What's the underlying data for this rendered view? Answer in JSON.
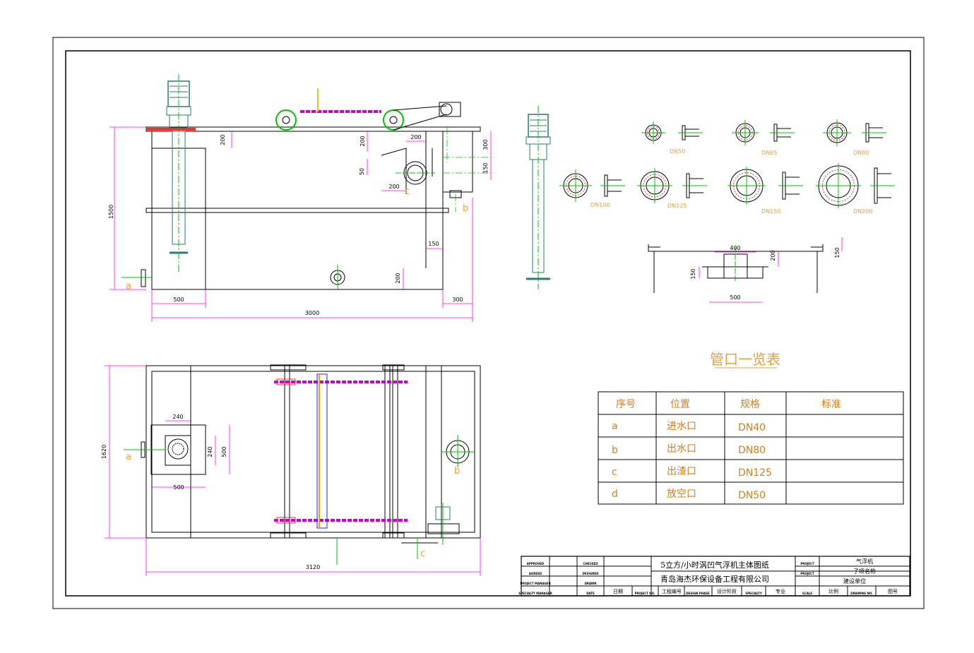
{
  "dimensions": {
    "elev_height": "1500",
    "elev_total": "3000",
    "elev_left": "500",
    "elev_right": "300",
    "elev_d200_a": "200",
    "elev_d200_b": "200",
    "elev_d200_c": "200",
    "elev_d200_d": "200",
    "elev_d200_e": "200",
    "elev_d300": "300",
    "elev_d150_a": "150",
    "elev_d150_b": "150",
    "elev_d50": "50",
    "plan_height": "1620",
    "plan_total": "3120",
    "plan_240_a": "240",
    "plan_240_b": "240",
    "plan_500_a": "500",
    "plan_500_b": "500",
    "detail_400": "400",
    "detail_200": "200",
    "detail_150_a": "150",
    "detail_150_b": "150",
    "detail_500": "500"
  },
  "port_labels": {
    "elev_a": "a",
    "elev_b": "b",
    "elev_c": "c",
    "plan_a": "a",
    "plan_b": "b",
    "plan_c": "c"
  },
  "flanges": [
    "DN50",
    "DN65",
    "DN80",
    "DN100",
    "DN125",
    "DN150",
    "DN200"
  ],
  "nozzle_table": {
    "title": "管口一览表",
    "headers": [
      "序号",
      "位置",
      "规格",
      "标准"
    ],
    "rows": [
      {
        "no": "a",
        "position": "进水口",
        "spec": "DN40",
        "standard": ""
      },
      {
        "no": "b",
        "position": "出水口",
        "spec": "DN80",
        "standard": ""
      },
      {
        "no": "c",
        "position": "出渣口",
        "spec": "DN125",
        "standard": ""
      },
      {
        "no": "d",
        "position": "放空口",
        "spec": "DN50",
        "standard": ""
      }
    ]
  },
  "title_block": {
    "drawing_title": "5立方/小时涡凹气浮机主体图纸",
    "company": "青岛海杰环保设备工程有限公司",
    "project": "气浮机",
    "sub_item": "子项名称",
    "owner": "建设单位",
    "approved": "APPROVED",
    "agreed": "AGREED",
    "project_manager": "PROJECT MANAGER",
    "specialty_manager": "SPECIALTY MANAGER",
    "checked": "CHECKED",
    "designed": "DESIGNED",
    "drawn": "DRAWN",
    "date_en": "DATE",
    "date_cn": "日期",
    "project_no_en": "PROJECT NO.",
    "project_no_cn": "工程编号",
    "design_phase_en": "DESIGN PHASE",
    "design_phase_cn": "设计阶段",
    "specialty_en": "SPECIALTY",
    "specialty_cn": "专业",
    "scale_en": "SCALE",
    "scale_cn": "比例",
    "drawing_no_en": "DRAWING NO.",
    "drawing_no_cn": "图号",
    "project_en": "PROJECT"
  },
  "colors": {
    "outline": "#000000",
    "dimension": "#ff00ff",
    "centerline": "#00c000",
    "annotation": "#e8a040",
    "motor": "#2a7a7a",
    "chain": "#cc00cc"
  }
}
